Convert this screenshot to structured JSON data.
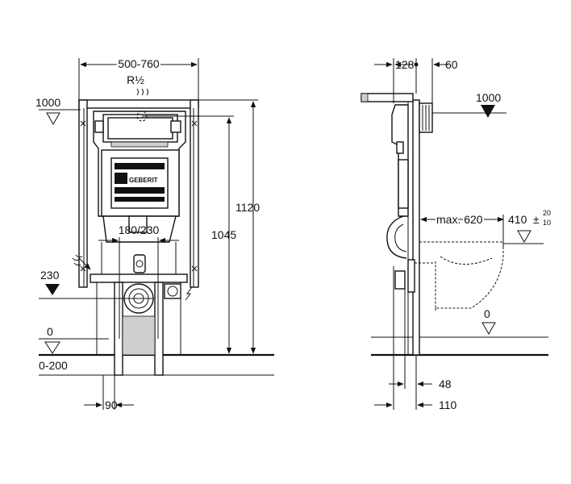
{
  "front_view": {
    "width_label": "500-760",
    "connection_label": "R½",
    "top_level_label": "1000",
    "height_outer_label": "1120",
    "height_inner_label": "1045",
    "bolt_spacing_label": "180/230",
    "drain_height_label": "230",
    "floor_label": "0",
    "floor_range_label": "0-200",
    "foot_width_label": "90",
    "brand_text": "GEBERIT"
  },
  "side_view": {
    "top_width_label": "128",
    "top_depth_label": "60",
    "level_label": "1000",
    "max_projection_label": "max. 620",
    "seat_height_label": "410",
    "seat_tolerance_sign": "±",
    "seat_tolerance_upper": "20",
    "seat_tolerance_lower": "10",
    "floor_label": "0",
    "bottom_small_label": "48",
    "bottom_large_label": "110"
  }
}
